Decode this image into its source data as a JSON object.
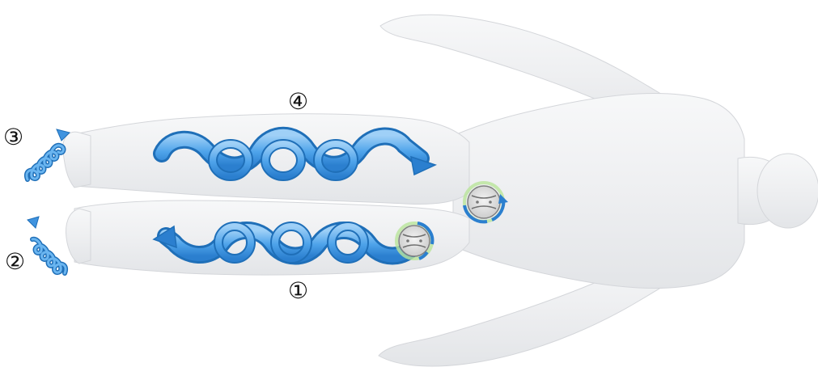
{
  "labels": {
    "step_1": "①",
    "step_2": "②",
    "step_3": "③",
    "step_4": "④"
  },
  "colors": {
    "body_fill": "#f1f2f4",
    "body_shade": "#dcdee2",
    "arrow_fill": "#4ea3ea",
    "arrow_edge": "#1f6fb8",
    "pad_fill": "#e4e4e4",
    "pad_edge": "#7f7f7f",
    "pad_glow": "#8fd36a"
  },
  "icons": {
    "spiral": "helical-arrow-icon",
    "pad": "knee-pad-icon",
    "rotation": "rotation-arrow-icon"
  }
}
